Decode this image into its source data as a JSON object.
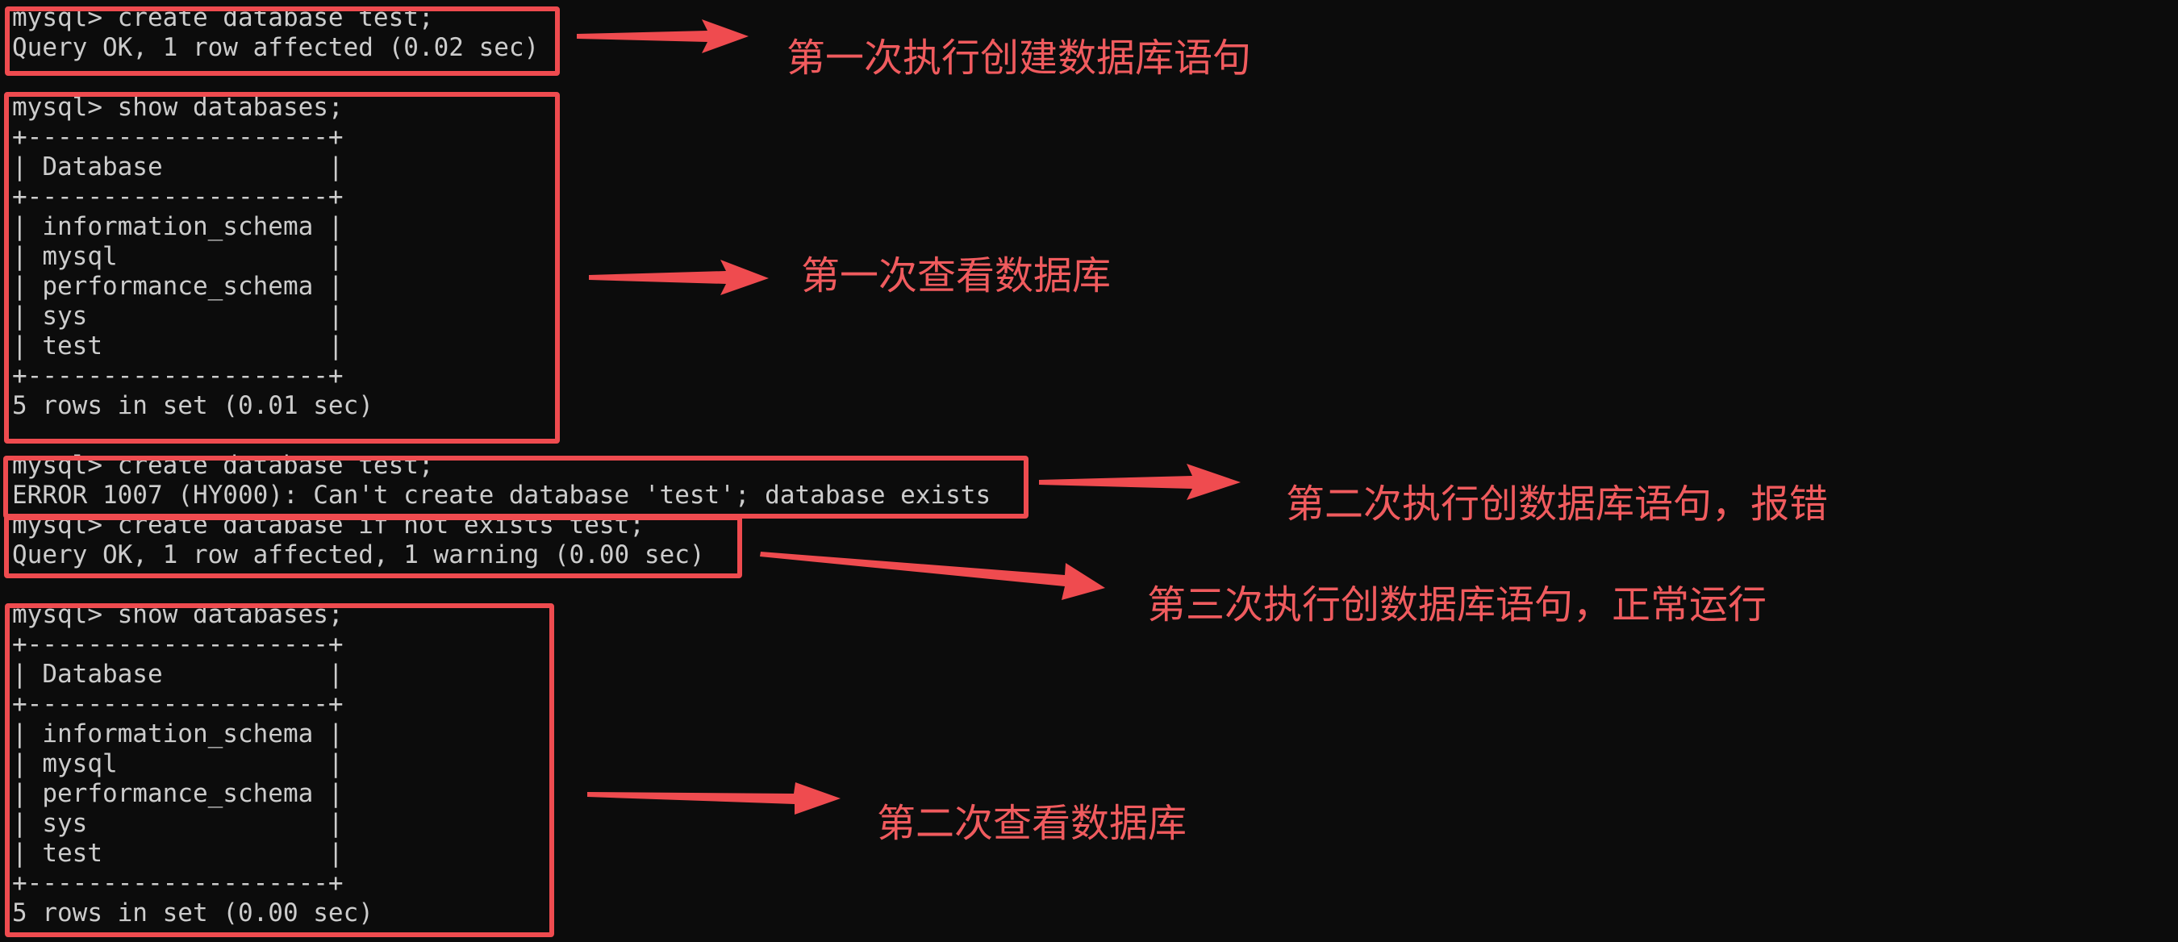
{
  "terminal": {
    "lines": [
      "mysql> create database test;",
      "Query OK, 1 row affected (0.02 sec)",
      "",
      "mysql> show databases;",
      "+--------------------+",
      "| Database           |",
      "+--------------------+",
      "| information_schema |",
      "| mysql              |",
      "| performance_schema |",
      "| sys                |",
      "| test               |",
      "+--------------------+",
      "5 rows in set (0.01 sec)",
      "",
      "mysql> create database test;",
      "ERROR 1007 (HY000): Can't create database 'test'; database exists",
      "mysql> create database if not exists test;",
      "Query OK, 1 row affected, 1 warning (0.00 sec)",
      "",
      "mysql> show databases;",
      "+--------------------+",
      "| Database           |",
      "+--------------------+",
      "| information_schema |",
      "| mysql              |",
      "| performance_schema |",
      "| sys                |",
      "| test               |",
      "+--------------------+",
      "5 rows in set (0.00 sec)"
    ]
  },
  "annotations": {
    "first_create": "第一次执行创建数据库语句",
    "first_show": "第一次查看数据库",
    "second_create": "第二次执行创数据库语句，报错",
    "third_create": "第三次执行创数据库语句，正常运行",
    "second_show": "第二次查看数据库"
  },
  "colors": {
    "background": "#0c0c0c",
    "terminal_text": "#cccccc",
    "annotation": "#f05b5e",
    "highlight_box": "#ef4b4f"
  }
}
